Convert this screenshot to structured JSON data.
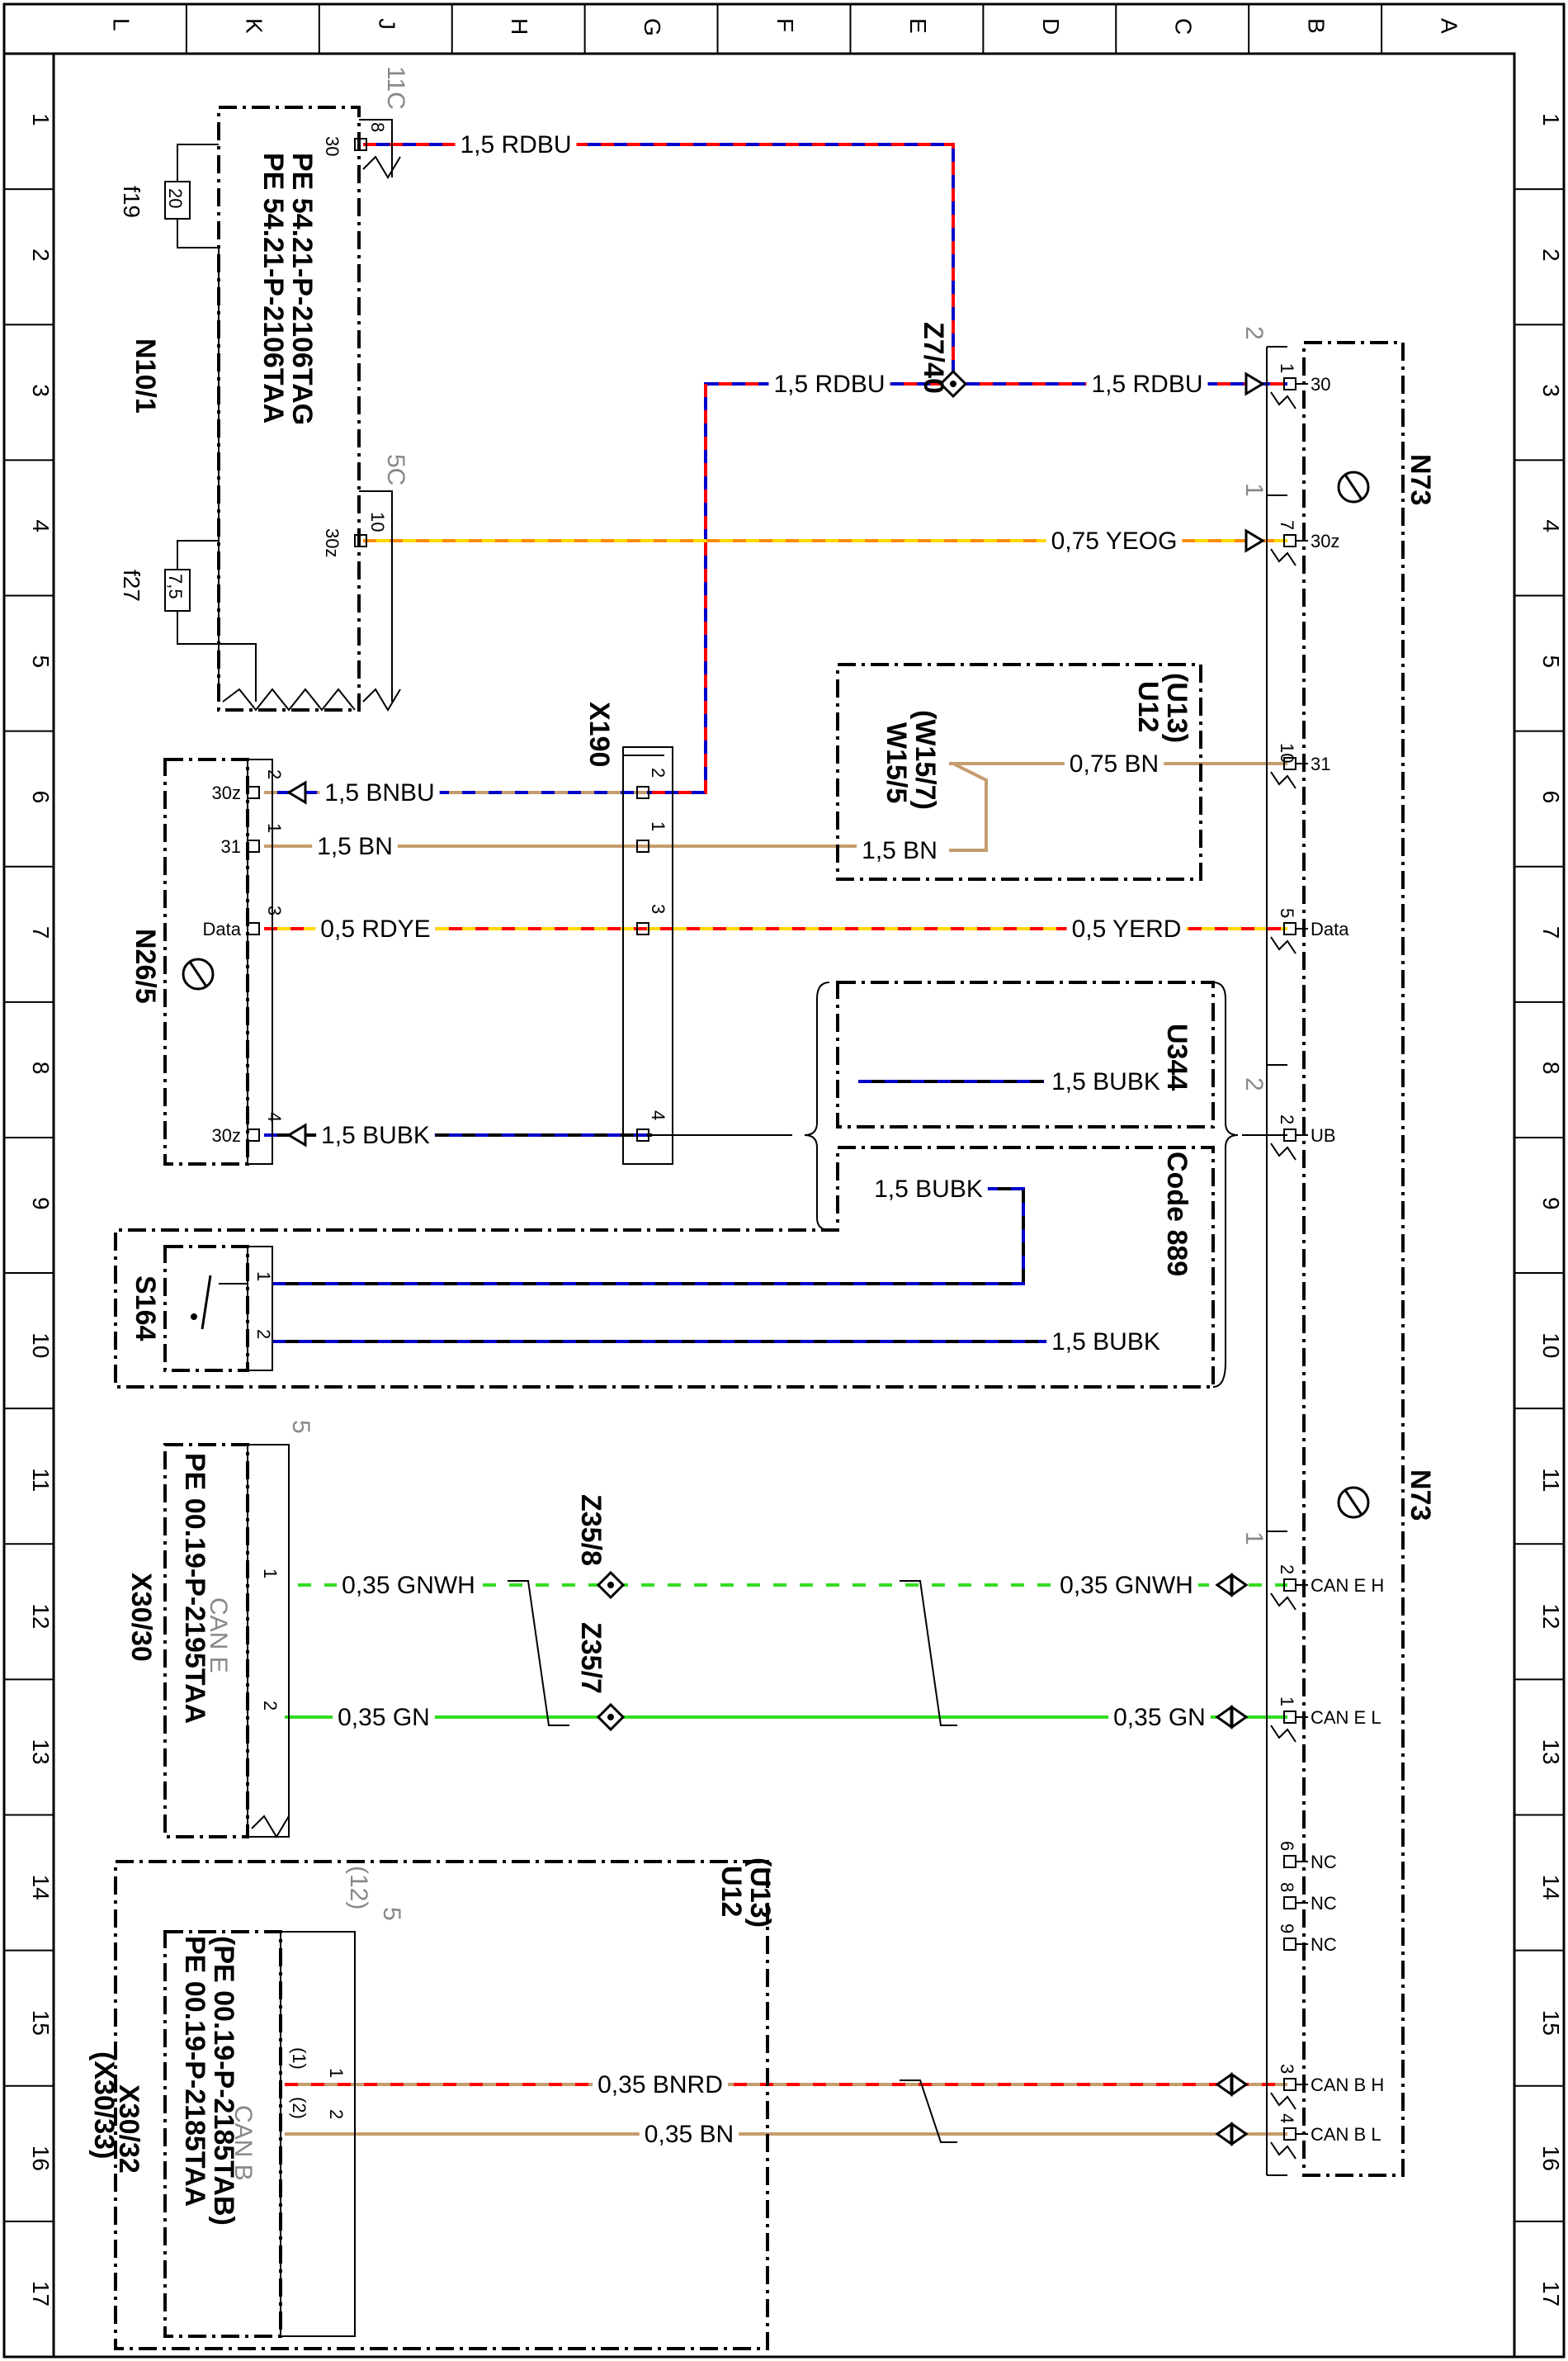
{
  "border": {
    "columns": [
      "L",
      "K",
      "J",
      "H",
      "G",
      "F",
      "E",
      "D",
      "C",
      "B",
      "A"
    ],
    "rows": [
      "1",
      "2",
      "3",
      "4",
      "5",
      "6",
      "7",
      "8",
      "9",
      "10",
      "11",
      "12",
      "13",
      "14",
      "15",
      "16",
      "17"
    ]
  },
  "colors": {
    "RD": "#ff0000",
    "BU": "#0000cc",
    "YE": "#ffd800",
    "OG": "#ff8c00",
    "BN": "#c69c6d",
    "BK": "#000000",
    "GN": "#33dd22",
    "WH": "#ffffff",
    "frame": "#000000",
    "label": "#000000",
    "faint": "#808080"
  },
  "components": {
    "N10_1": {
      "name": "N10/1",
      "ref1": "PE 54.21-P-2106TAA",
      "ref2": "PE 54.21-P-2106TAG",
      "conn_top": "11C",
      "conn_bot": "5C",
      "fuse1_name": "f19",
      "fuse1_rating": "20",
      "fuse2_name": "f27",
      "fuse2_rating": "7,5",
      "pin_30": "30",
      "pin_8": "8",
      "pin_30z": "30z",
      "pin_10": "10"
    },
    "N73": {
      "name": "N73",
      "pins": [
        {
          "num": "1",
          "name": "30"
        },
        {
          "num": "7",
          "name": "30z"
        },
        {
          "num": "10",
          "name": "31"
        },
        {
          "num": "5",
          "name": "Data"
        },
        {
          "num": "2",
          "name": "UB"
        },
        {
          "num": "2",
          "name": "CAN E H"
        },
        {
          "num": "1",
          "name": "CAN E L"
        },
        {
          "num": "6",
          "name": "NC"
        },
        {
          "num": "8",
          "name": "NC"
        },
        {
          "num": "9",
          "name": "NC"
        },
        {
          "num": "3",
          "name": "CAN B H"
        },
        {
          "num": "4",
          "name": "CAN B L"
        }
      ],
      "conn_tag_1": "2",
      "conn_tag_2": "1",
      "conn_tag_3": "2",
      "conn_tag_4": "1"
    },
    "Z7_40": {
      "name": "Z7/40"
    },
    "X190": {
      "name": "X190",
      "pins": [
        "2",
        "1",
        "3",
        "4"
      ]
    },
    "U12_top": {
      "name": "U12",
      "alt": "(U13)",
      "w_name": "W15/5",
      "w_alt": "(W15/7)"
    },
    "N26_5": {
      "name": "N26/5",
      "pins": [
        {
          "num": "2",
          "name": "30z"
        },
        {
          "num": "1",
          "name": "31"
        },
        {
          "num": "3",
          "name": "Data"
        },
        {
          "num": "4",
          "name": "30z"
        }
      ]
    },
    "U344": {
      "name": "U344"
    },
    "Code889": {
      "name": "Code 889"
    },
    "S164": {
      "name": "S164",
      "pins": [
        "1",
        "2"
      ]
    },
    "X30_30": {
      "name": "X30/30",
      "ref": "PE 00.19-P-2195TAA",
      "bus": "CAN E",
      "conn": "5",
      "pins": [
        "1",
        "2"
      ]
    },
    "Z35_8": {
      "name": "Z35/8"
    },
    "Z35_7": {
      "name": "Z35/7"
    },
    "U12_bot": {
      "name": "U12",
      "alt": "(U13)"
    },
    "X30_32": {
      "name": "X30/32",
      "alt": "(X30/33)",
      "ref1": "PE 00.19-P-2185TAA",
      "ref2": "(PE 00.19-P-2185TAB)",
      "bus": "CAN B",
      "conn": "5",
      "conn_alt": "(12)",
      "pin1": "1",
      "pin1_alt": "(1)",
      "pin2": "2",
      "pin2_alt": "(2)"
    }
  },
  "wires": [
    {
      "label": "1,5 RDBU",
      "colors": [
        "RD",
        "BU"
      ]
    },
    {
      "label": "1,5 RDBU",
      "colors": [
        "RD",
        "BU"
      ]
    },
    {
      "label": "1,5 RDBU",
      "colors": [
        "RD",
        "BU"
      ]
    },
    {
      "label": "0,75 YEOG",
      "colors": [
        "YE",
        "OG"
      ]
    },
    {
      "label": "0,75 BN",
      "colors": [
        "BN"
      ]
    },
    {
      "label": "1,5 BNBU",
      "colors": [
        "BN",
        "BU"
      ]
    },
    {
      "label": "1,5 BN",
      "colors": [
        "BN"
      ]
    },
    {
      "label": "1,5 BN",
      "colors": [
        "BN"
      ]
    },
    {
      "label": "0,5 RDYE",
      "colors": [
        "RD",
        "YE"
      ]
    },
    {
      "label": "0,5 YERD",
      "colors": [
        "YE",
        "RD"
      ]
    },
    {
      "label": "1,5 BUBK",
      "colors": [
        "BU",
        "BK"
      ]
    },
    {
      "label": "1,5 BUBK",
      "colors": [
        "BU",
        "BK"
      ]
    },
    {
      "label": "1,5 BUBK",
      "colors": [
        "BU",
        "BK"
      ]
    },
    {
      "label": "1,5 BUBK",
      "colors": [
        "BU",
        "BK"
      ]
    },
    {
      "label": "0,35 GNWH",
      "colors": [
        "GN",
        "WH"
      ]
    },
    {
      "label": "0,35 GNWH",
      "colors": [
        "GN",
        "WH"
      ]
    },
    {
      "label": "0,35 GN",
      "colors": [
        "GN"
      ]
    },
    {
      "label": "0,35 GN",
      "colors": [
        "GN"
      ]
    },
    {
      "label": "0,35 BNRD",
      "colors": [
        "BN",
        "RD"
      ]
    },
    {
      "label": "0,35 BN",
      "colors": [
        "BN"
      ]
    }
  ]
}
